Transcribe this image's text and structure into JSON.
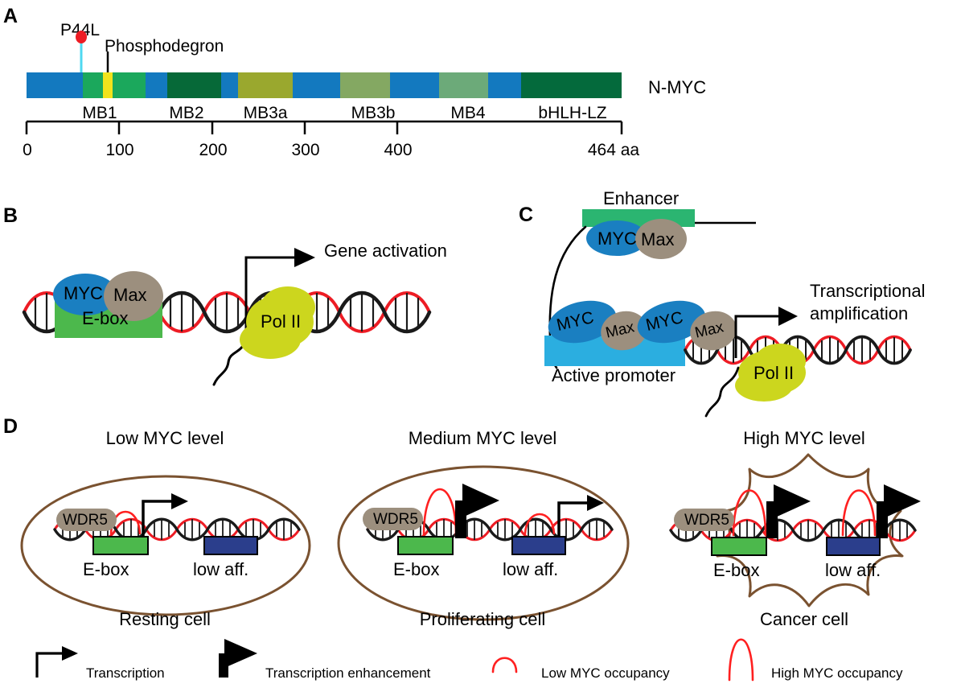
{
  "figure": {
    "panels": [
      "A",
      "B",
      "C",
      "D"
    ]
  },
  "panelA": {
    "letter": "A",
    "protein_label": "N-MYC",
    "mutation": {
      "name": "P44L",
      "position_aa": 44,
      "marker_color": "#ED1C24",
      "stem_color": "#4FD8F0"
    },
    "phosphodegron": {
      "label": "Phosphodegron",
      "position_aa": 58,
      "color": "#F2E31C"
    },
    "backbone_color": "#1379BF",
    "total_length_aa": 464,
    "domains": [
      {
        "name": "MB1",
        "start": 44,
        "end": 93,
        "color": "#1BA85C"
      },
      {
        "name": "MB2",
        "start": 110,
        "end": 152,
        "color": "#066938"
      },
      {
        "name": "MB3a",
        "start": 165,
        "end": 209,
        "color": "#9AA82E"
      },
      {
        "name": "MB3b",
        "start": 252,
        "end": 300,
        "color": "#84A862"
      },
      {
        "name": "MB4",
        "start": 326,
        "end": 372,
        "color": "#6CAA79"
      },
      {
        "name": "bHLH-LZ",
        "start": 404,
        "end": 464,
        "color": "#046A3C"
      }
    ],
    "axis_ticks": [
      "0",
      "100",
      "200",
      "300",
      "400"
    ],
    "axis_end_label": "464 aa"
  },
  "panelB": {
    "letter": "B",
    "ebox_label": "E-box",
    "myc_label": "MYC",
    "max_label": "Max",
    "polii_label": "Pol II",
    "outcome_label": "Gene activation",
    "colors": {
      "ebox": "#4CB84C",
      "myc": "#1A7FC1",
      "max": "#9C8F7E",
      "polii": "#CCD61E",
      "dna_dark": "#1A1A1A",
      "dna_red": "#ED1C24"
    }
  },
  "panelC": {
    "letter": "C",
    "enhancer_label": "Enhancer",
    "promoter_label": "Active promoter",
    "myc_label": "MYC",
    "max_label": "Max",
    "polii_label": "Pol II",
    "outcome_line1": "Transcriptional",
    "outcome_line2": "amplification",
    "colors": {
      "enhancer": "#2BB571",
      "promoter": "#2BAEE0",
      "myc": "#1A7FC1",
      "max": "#9C8F7E",
      "polii": "#CCD61E"
    }
  },
  "panelD": {
    "letter": "D",
    "cells": [
      {
        "title": "Low MYC level",
        "caption": "Resting cell",
        "shape": "ellipse",
        "ebox_label": "E-box",
        "lowaff_label": "low aff.",
        "wdr5_label": "WDR5",
        "ebox_occupancy": "low",
        "lowaff_occupancy": "none",
        "ebox_arrow": "thin",
        "lowaff_arrow": "none"
      },
      {
        "title": "Medium MYC level",
        "caption": "Proliferating cell",
        "shape": "ellipse",
        "ebox_label": "E-box",
        "lowaff_label": "low aff.",
        "wdr5_label": "WDR5",
        "ebox_occupancy": "high",
        "lowaff_occupancy": "low",
        "ebox_arrow": "thick",
        "lowaff_arrow": "thin"
      },
      {
        "title": "High MYC level",
        "caption": "Cancer cell",
        "shape": "star",
        "ebox_label": "E-box",
        "lowaff_label": "low aff.",
        "wdr5_label": "WDR5",
        "ebox_occupancy": "high",
        "lowaff_occupancy": "high",
        "ebox_arrow": "thick",
        "lowaff_arrow": "thick"
      }
    ],
    "colors": {
      "membrane": "#7A5230",
      "ebox": "#4CB84C",
      "lowaff": "#2B3E8C",
      "wdr5": "#9C8F7E",
      "occupancy": "#FF2020"
    }
  },
  "legend": {
    "items": [
      {
        "icon": "thin-arrow-icon",
        "label": "Transcription"
      },
      {
        "icon": "thick-arrow-icon",
        "label": "Transcription enhancement"
      },
      {
        "icon": "low-peak-icon",
        "label": "Low MYC occupancy"
      },
      {
        "icon": "high-peak-icon",
        "label": "High MYC occupancy"
      }
    ]
  }
}
